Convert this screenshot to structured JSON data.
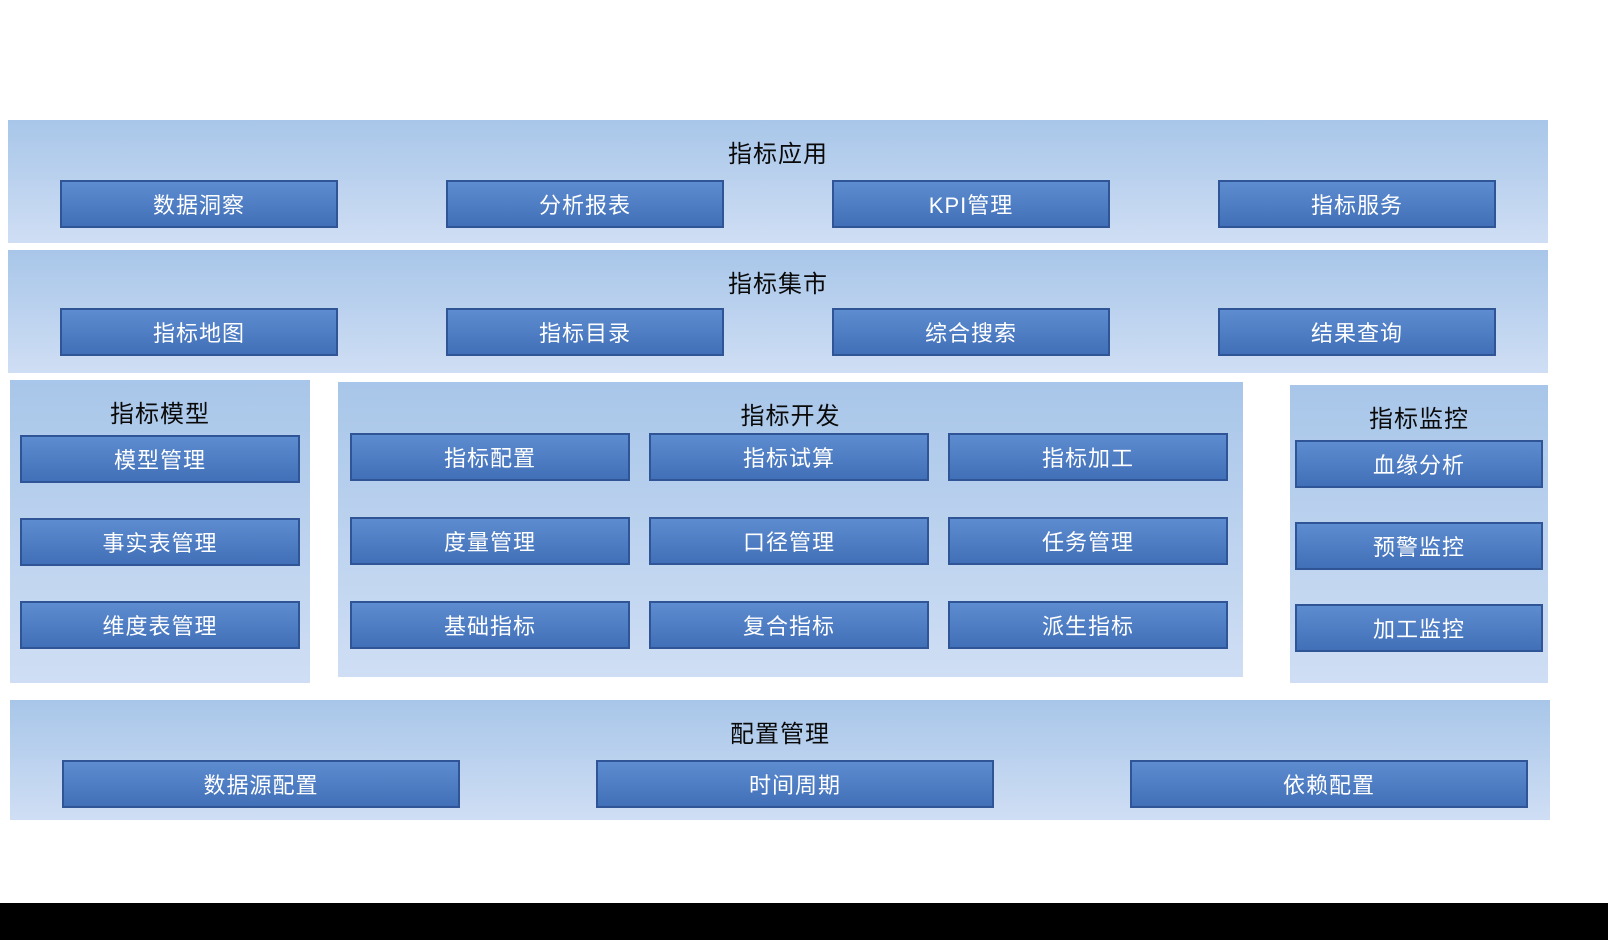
{
  "colors": {
    "panel_top": "#a8c6e9",
    "panel_bottom": "#cfdef4",
    "box_fill_light": "#5e8cd0",
    "box_fill_dark": "#4170b8",
    "box_border": "#2f5597",
    "box_text": "#ffffff",
    "title_text": "#0a0a0a",
    "footer_bar": "#000000"
  },
  "sections": {
    "app": {
      "title": "指标应用",
      "items": [
        "数据洞察",
        "分析报表",
        "KPI管理",
        "指标服务"
      ]
    },
    "mart": {
      "title": "指标集市",
      "items": [
        "指标地图",
        "指标目录",
        "综合搜索",
        "结果查询"
      ]
    },
    "model": {
      "title": "指标模型",
      "items": [
        "模型管理",
        "事实表管理",
        "维度表管理"
      ]
    },
    "dev": {
      "title": "指标开发",
      "items": [
        "指标配置",
        "指标试算",
        "指标加工",
        "度量管理",
        "口径管理",
        "任务管理",
        "基础指标",
        "复合指标",
        "派生指标"
      ]
    },
    "monitor": {
      "title": "指标监控",
      "items": [
        "血缘分析",
        "预警监控",
        "加工监控"
      ]
    },
    "config": {
      "title": "配置管理",
      "items": [
        "数据源配置",
        "时间周期",
        "依赖配置"
      ]
    }
  }
}
